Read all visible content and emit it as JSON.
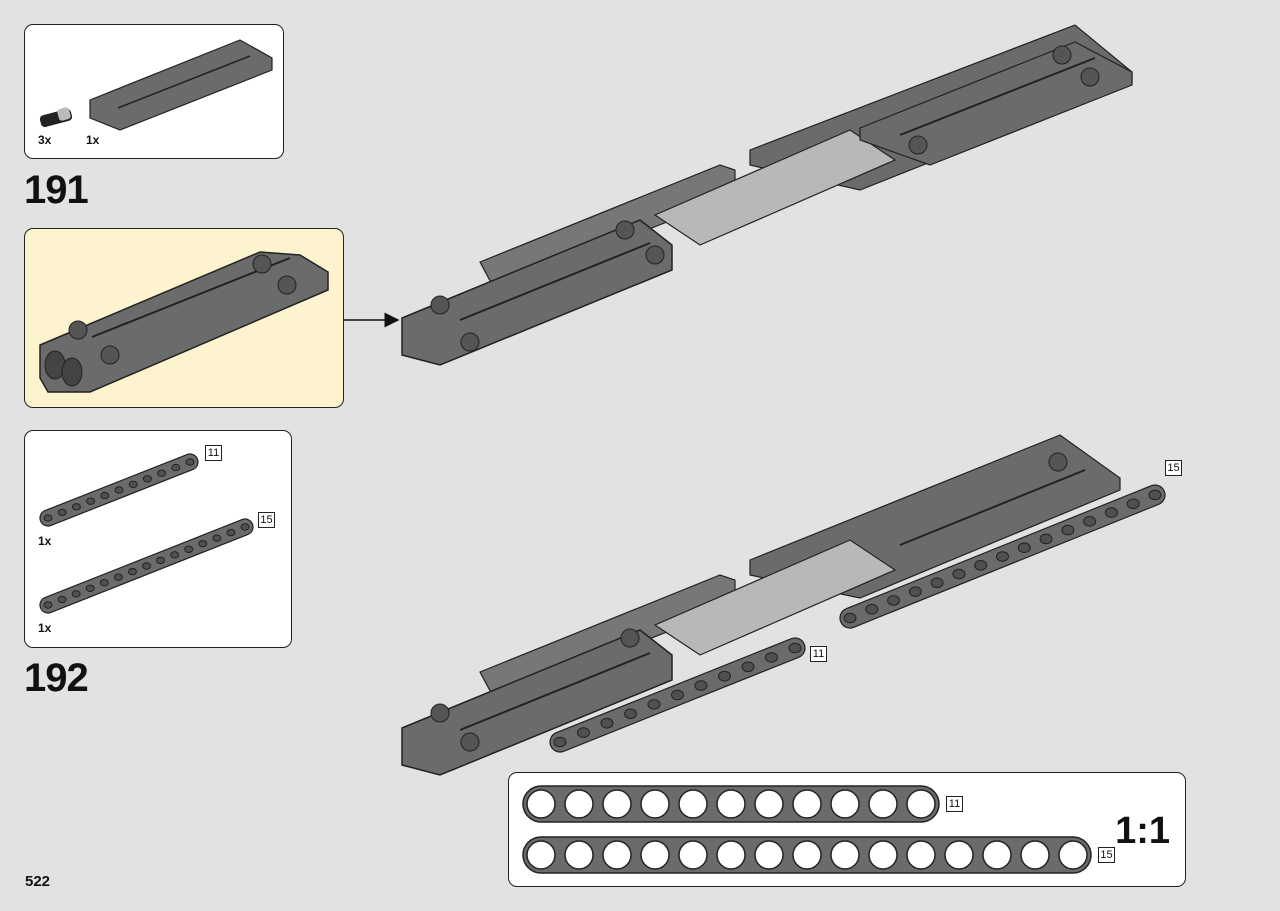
{
  "page_number": "522",
  "steps": [
    {
      "number": "191"
    },
    {
      "number": "192"
    }
  ],
  "parts_191": [
    {
      "qty": "3x",
      "icon": "axle-pin-icon"
    },
    {
      "qty": "1x",
      "icon": "panel-plate-icon"
    }
  ],
  "parts_192": [
    {
      "qty": "1x",
      "length": "11"
    },
    {
      "qty": "1x",
      "length": "15"
    }
  ],
  "callout_lengths": {
    "left": "11",
    "right": "15"
  },
  "scale_ruler": {
    "label": "1:1",
    "beams": [
      {
        "length": "11"
      },
      {
        "length": "15"
      }
    ]
  },
  "colors": {
    "background": "#e2e2e2",
    "dark_gray": "#6b6b6b",
    "light_gray": "#b8b8b8",
    "subassembly_bg": "#fdf4cf"
  }
}
